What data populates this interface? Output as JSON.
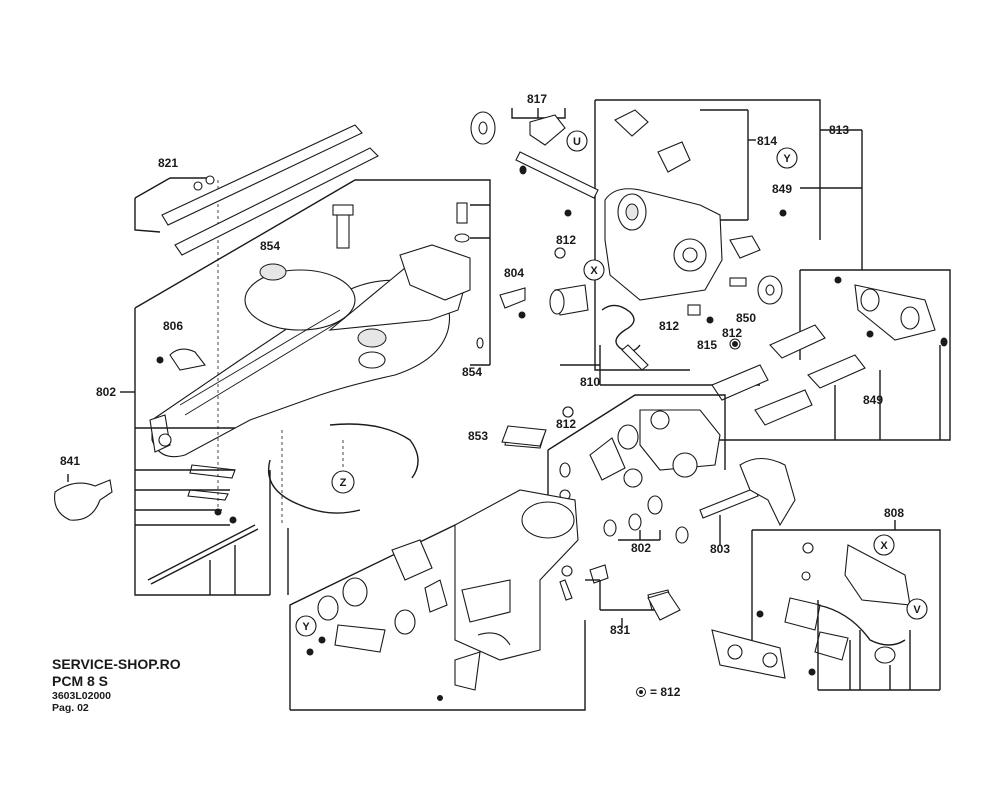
{
  "footer": {
    "site": "SERVICE-SHOP.RO",
    "model": "PCM 8 S",
    "part_number": "3603L02000",
    "page": "Pag. 02"
  },
  "legend": {
    "symbol": "circle-dot-icon",
    "text": "= 812"
  },
  "labels": {
    "l817": "817",
    "l821": "821",
    "l814": "814",
    "l813": "813",
    "l849a": "849",
    "l849b": "849",
    "l854a": "854",
    "l854b": "854",
    "l804": "804",
    "l806": "806",
    "l802a": "802",
    "l802b": "802",
    "l812a": "812",
    "l812b": "812",
    "l812c": "812",
    "l812d": "812",
    "l815": "815",
    "l850": "850",
    "l810": "810",
    "l853": "853",
    "l841": "841",
    "l803": "803",
    "l831": "831",
    "l808": "808"
  },
  "letters": {
    "U": "U",
    "Y1": "Y",
    "X1": "X",
    "Z": "Z",
    "Y2": "Y",
    "X2": "X",
    "V": "V"
  }
}
